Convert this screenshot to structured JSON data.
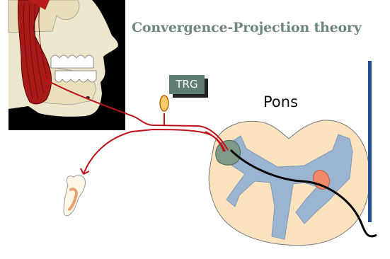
{
  "title": "Convergence-Projection theory",
  "labels": {
    "ganglion": "TRG",
    "brainstem": "Pons"
  },
  "colors": {
    "title": "#6e877a",
    "trg_box": "#5f7d70",
    "nerve": "#c0101a",
    "pons_fill": "#fbe3c0",
    "gray_matter": "#9ab4d2",
    "nucleus_left": "#7f9a86",
    "nucleus_right": "#f08a6a",
    "vertical_bar": "#1f4e96",
    "photo_bg": "#000000",
    "skin": "#ece6cc",
    "masseter": "#a81a1a"
  }
}
